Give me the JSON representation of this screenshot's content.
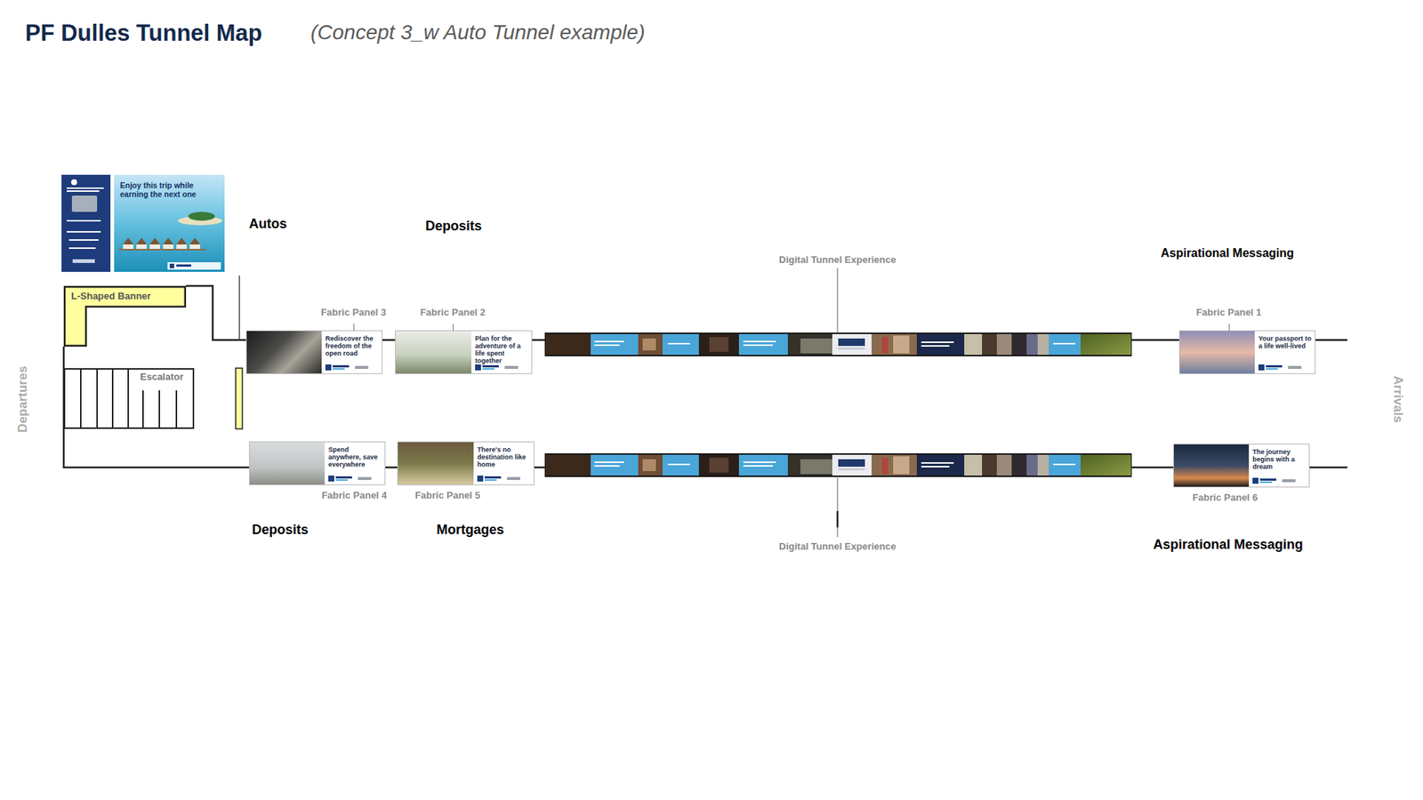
{
  "diagram": {
    "title": "PF Dulles Tunnel Map",
    "nodes": [
      {
        "text": [
          "Enjoy this trip while earning the next one"
        ]
      },
      {
        "text": [
          "L-Shaped Banner"
        ]
      },
      {
        "text": [
          "Escalator"
        ]
      },
      {
        "text": [
          "Fabric Panel 3",
          "Rediscover the freedom of the open road"
        ]
      },
      {
        "text": [
          "Fabric Panel 2",
          "Plan for the adventure of a life spent together"
        ]
      },
      {
        "text": [
          "Fabric Panel 1",
          "Your passport to a life well-lived"
        ]
      },
      {
        "text": [
          "Fabric Panel 4",
          "Spend anywhere, save everywhere"
        ]
      },
      {
        "text": [
          "Fabric Panel 5",
          "There's no destination like home"
        ]
      },
      {
        "text": [
          "Fabric Panel 6",
          "The journey begins with a dream"
        ]
      }
    ],
    "labels": [
      "(Concept 3_w Auto Tunnel example)",
      "Autos",
      "Deposits",
      "Digital Tunnel Experience",
      "Aspirational Messaging",
      "Deposits",
      "Mortgages",
      "Digital Tunnel Experience",
      "Aspirational Messaging",
      "Departures",
      "Arrivals"
    ]
  }
}
